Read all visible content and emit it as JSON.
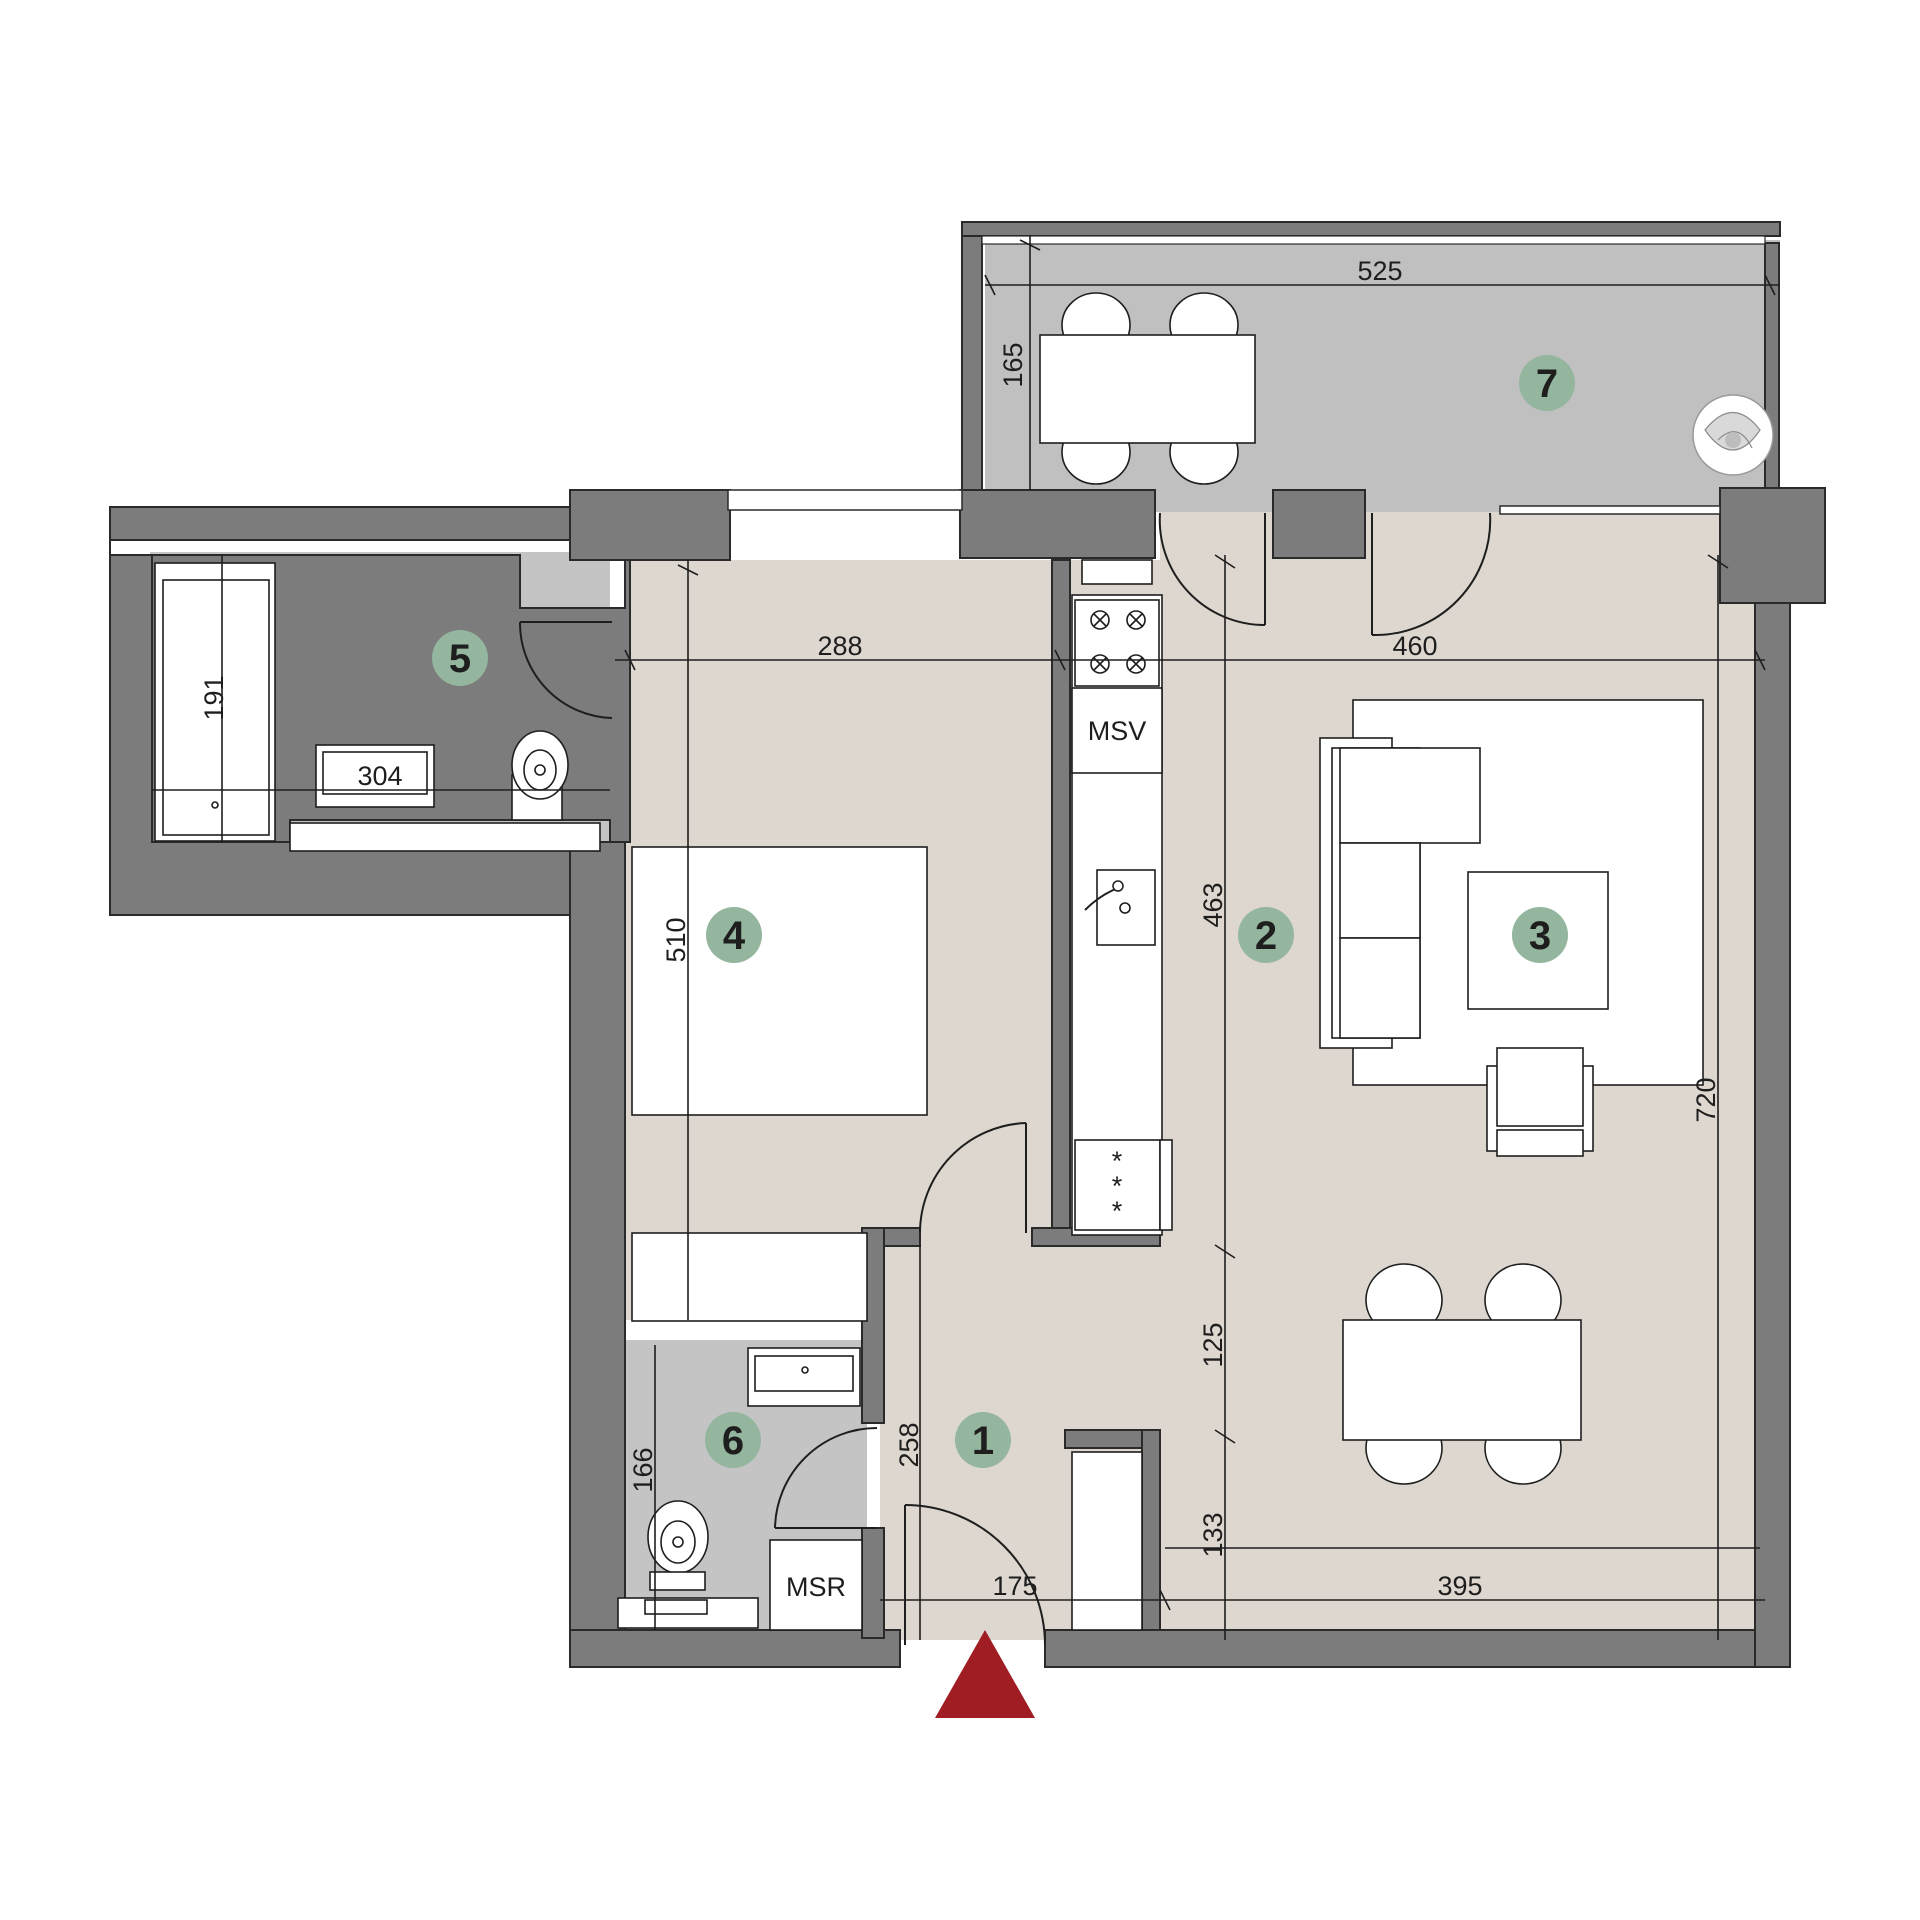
{
  "rooms": [
    {
      "id": "1"
    },
    {
      "id": "2"
    },
    {
      "id": "3"
    },
    {
      "id": "4"
    },
    {
      "id": "5"
    },
    {
      "id": "6"
    },
    {
      "id": "7"
    }
  ],
  "dimensions": {
    "terrace_width": "525",
    "terrace_depth": "165",
    "bedroom_width": "288",
    "living_width": "460",
    "bathroom_depth": "191",
    "bathroom_width": "304",
    "bedroom_depth": "510",
    "living_depth": "463",
    "total_depth": "720",
    "passage_depth": "125",
    "hall_depth": "258",
    "wc_depth": "166",
    "hall_width": "175",
    "kitchen_width": "395",
    "kitchen_depth": "133"
  },
  "labels": {
    "msv": "MSV",
    "msr": "MSR"
  },
  "colors": {
    "wall": "#7c7c7c",
    "living_floor": "#ddd7cf",
    "wet_floor": "#c4c4c4",
    "terrace_floor": "#c0c0c0",
    "room_badge": "#94b59e",
    "entrance_arrow": "#a01e23"
  }
}
